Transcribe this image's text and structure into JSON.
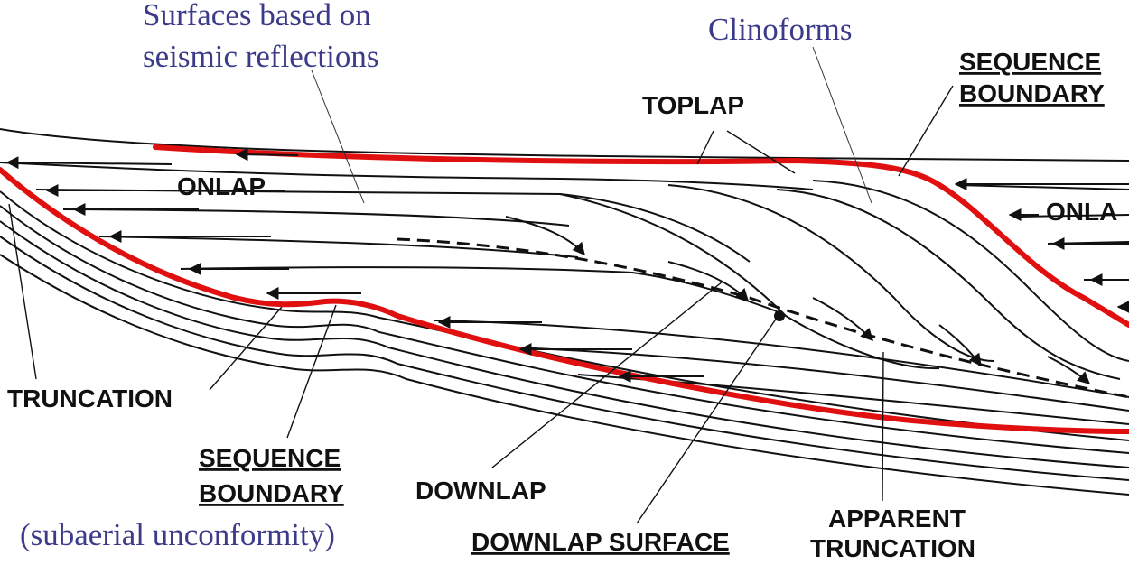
{
  "colors": {
    "sequence_boundary_line": "#e01010",
    "strata_line": "#111111",
    "annotation_text": "#3b3b8a"
  },
  "annotations": {
    "surfaces": [
      "Surfaces based on",
      "seismic reflections"
    ],
    "clinoforms": "Clinoforms",
    "subaerial": "(subaerial unconformity)"
  },
  "labels": {
    "toplap": "TOPLAP",
    "sequence_boundary_right": [
      "SEQUENCE",
      "BOUNDARY"
    ],
    "onlap_left": "ONLAP",
    "onlap_right": "ONLA",
    "truncation": "TRUNCATION",
    "sequence_boundary_left": [
      "SEQUENCE",
      "BOUNDARY"
    ],
    "downlap": "DOWNLAP",
    "downlap_surface": "DOWNLAP SURFACE",
    "apparent_truncation": [
      "APPARENT",
      "TRUNCATION"
    ]
  }
}
